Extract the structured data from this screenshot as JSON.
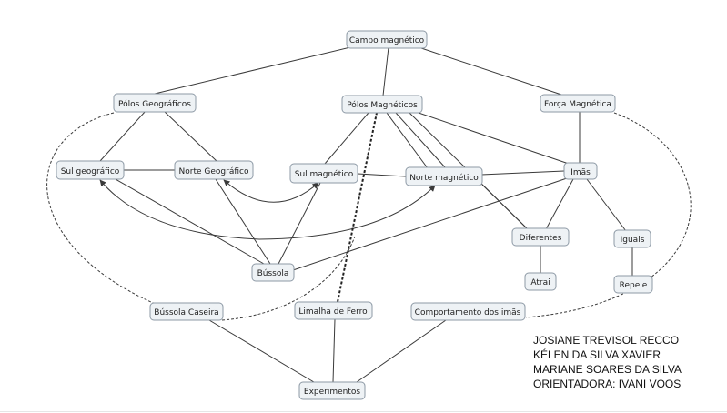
{
  "nodes": {
    "campo": "Campo magnético",
    "polos_geo": "Pólos Geográficos",
    "polos_mag": "Pólos Magnéticos",
    "forca": "Força Magnética",
    "sul_geo": "Sul geográfico",
    "norte_geo": "Norte Geográfico",
    "sul_mag": "Sul magnético",
    "norte_mag": "Norte magnético",
    "imas": "Imãs",
    "diferentes": "Diferentes",
    "iguais": "Iguais",
    "atrai": "Atrai",
    "repele": "Repele",
    "bussola": "Bússola",
    "bussola_caseira": "Bússola Caseira",
    "limalha": "Limalha de Ferro",
    "comportamento": "Comportamento dos imãs",
    "experimentos": "Experimentos"
  },
  "authors": [
    "JOSIANE TREVISOL RECCO",
    "KÉLEN DA SILVA XAVIER",
    "MARIANE SOARES DA SILVA",
    "ORIENTADORA: IVANI VOOS"
  ]
}
